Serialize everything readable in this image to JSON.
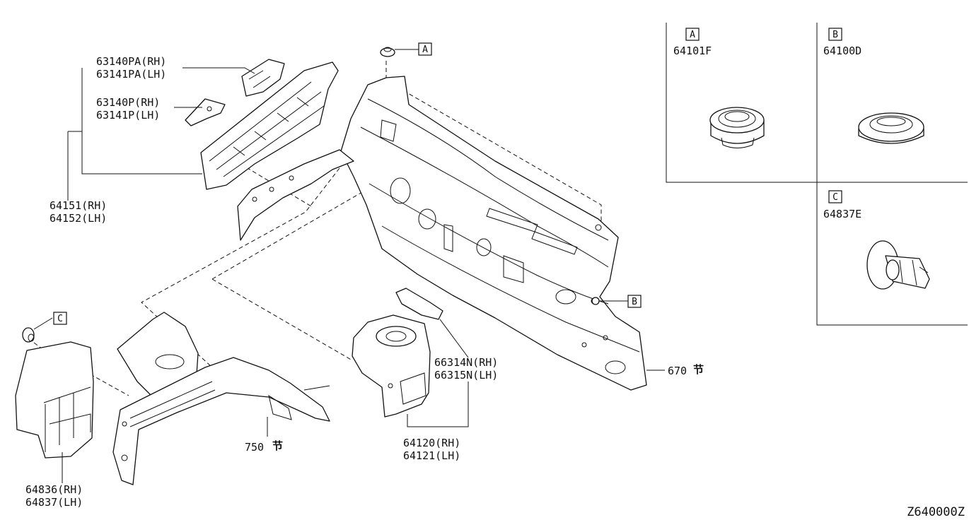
{
  "labels": {
    "p63140pa": "63140PA(RH)",
    "p63141pa": "63141PA(LH)",
    "p63140p": "63140P(RH)",
    "p63141p": "63141P(LH)",
    "p64151": "64151(RH)",
    "p64152": "64152(LH)",
    "p66314n": "66314N(RH)",
    "p66315n": "66315N(LH)",
    "p64120": "64120(RH)",
    "p64121": "64121(LH)",
    "p64836": "64836(RH)",
    "p64837": "64837(LH)",
    "p670": "670",
    "p750": "750",
    "section_mark": "节",
    "diagram_code": "Z640000Z"
  },
  "callouts": {
    "a": "A",
    "b": "B",
    "c": "C"
  },
  "detail_panels": {
    "a": {
      "letter": "A",
      "part": "64101F"
    },
    "b": {
      "letter": "B",
      "part": "64100D"
    },
    "c": {
      "letter": "C",
      "part": "64837E"
    }
  }
}
